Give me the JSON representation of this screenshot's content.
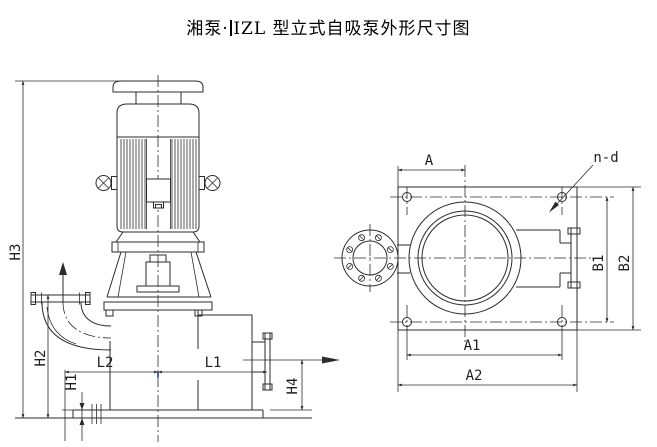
{
  "title": {
    "before_cursor": "湘泵·",
    "after_cursor": "IZL 型立式自吸泵外形尺寸图"
  },
  "colors": {
    "line": "#2b2b2b",
    "background": "#ffffff",
    "accent_blue": "#2233bb"
  },
  "labels": {
    "front": {
      "h3": "H3",
      "h2": "H2",
      "h1": "H1",
      "h4": "H4",
      "l1": "L1",
      "l2": "L2"
    },
    "top": {
      "a": "A",
      "a1": "A1",
      "a2": "A2",
      "b1": "B1",
      "b2": "B2",
      "nd": "n-d"
    }
  },
  "icons": {
    "flow_up_arrow": "suction-flow-direction",
    "flow_right_arrow": "discharge-flow-direction"
  }
}
